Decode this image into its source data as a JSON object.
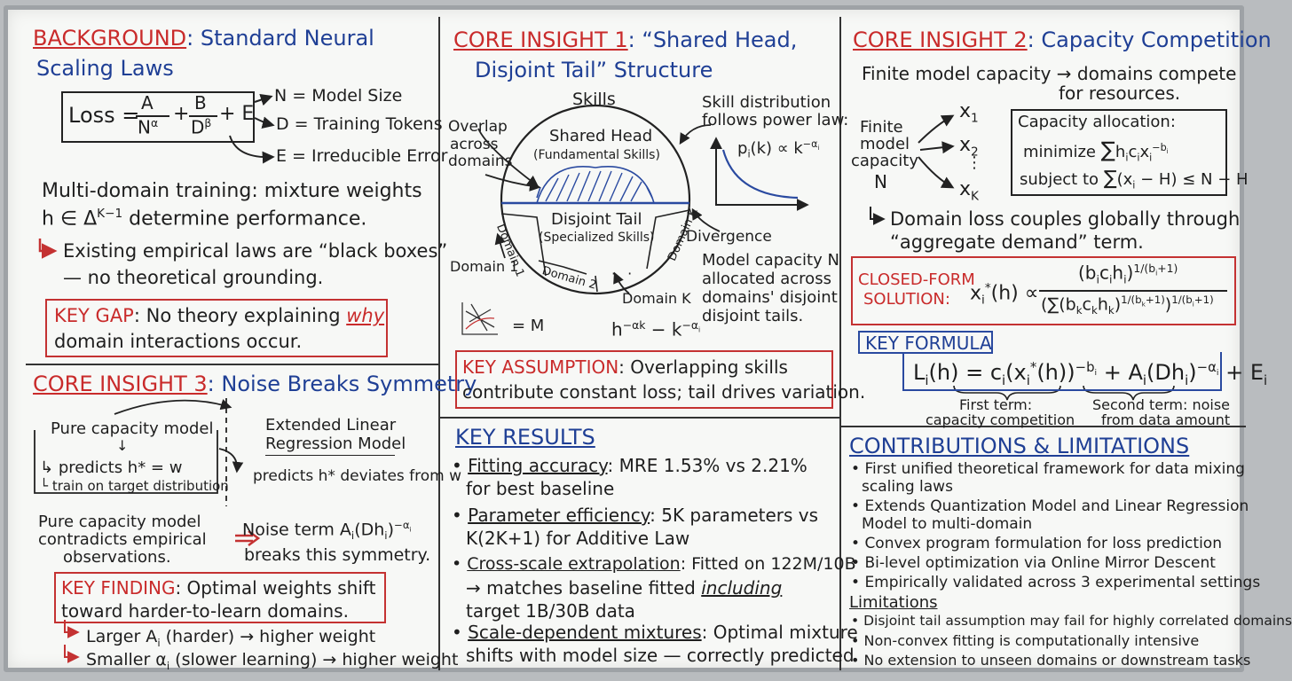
{
  "bg": {
    "title_a": "BACKGROUND",
    "title_b": ": Standard Neural",
    "title_c": "Scaling Laws",
    "eq_loss": "Loss =",
    "eq_a": "A",
    "eq_na": "N",
    "eq_alpha": "α",
    "eq_plus1": "+",
    "eq_b": "B",
    "eq_db": "D",
    "eq_beta": "β",
    "eq_plus2": "+ E",
    "legend_n": "N = Model Size",
    "legend_d": "D = Training Tokens",
    "legend_e": "E = Irreducible Error",
    "multi1": "Multi-domain training: mixture weights",
    "multi2a": "h ∈ Δ",
    "multi2sup": "K−1",
    "multi2b": " determine performance.",
    "empir1": "Existing empirical laws are “black boxes”",
    "empir2": "— no theoretical grounding.",
    "gap_label": "KEY GAP",
    "gap_a": ": No theory explaining ",
    "gap_why": "why",
    "gap_b": "domain interactions occur."
  },
  "ci3": {
    "title_a": "CORE INSIGHT 3",
    "title_b": ": Noise Breaks Symmetry",
    "pure": "Pure capacity model",
    "down": "↓",
    "pred_a": "predicts h* = w",
    "train": "train on target distribution",
    "ext1": "Extended Linear",
    "ext2": "Regression Model",
    "ext_pred": "predicts h* deviates from w",
    "contra1": "Pure capacity model",
    "contra2": "contradicts empirical",
    "contra3": "observations.",
    "arrow": "⇒",
    "noise1a": "Noise term A",
    "noise1b": "(Dh",
    "noise1c": ")",
    "noise2": "breaks this symmetry.",
    "find_label": "KEY FINDING",
    "find_a": ": Optimal weights shift",
    "find_b": "toward harder-to-learn domains.",
    "larger": "Larger A",
    "larger_b": " (harder) → higher weight",
    "smaller": "Smaller α",
    "smaller_b": " (slower learning) → higher weight"
  },
  "ci1": {
    "title_a": "CORE INSIGHT 1",
    "title_b": ": “Shared Head,",
    "title_c": "Disjoint Tail” Structure",
    "skills": "Skills",
    "overlap1": "Overlap",
    "overlap2": "across",
    "overlap3": "domains",
    "head1": "Shared Head",
    "head2": "(Fundamental Skills)",
    "tail1": "Disjoint Tail",
    "tail2": "(Specialized Skills)",
    "dom1": "Domain 1",
    "dom2": "Domain 2",
    "domk": "Domain K",
    "dots": "· ·",
    "dom1_out": "Domain 1",
    "domk_out": "Domain K",
    "div": "Divergence",
    "skilldist1": "Skill distribution",
    "skilldist2": "follows power law:",
    "powerlaw": "p",
    "powerlaw_b": "(k) ∝ k",
    "cap1": "Model capacity N",
    "cap2": "allocated across",
    "cap3": "domains' disjoint",
    "cap4": "disjoint tails.",
    "scribble": "= M",
    "scribble2": "h",
    "scribble3": " − k",
    "assume_label": "KEY ASSUMPTION",
    "assume_a": ": Overlapping skills",
    "assume_b": "contribute constant loss; tail drives variation."
  },
  "results": {
    "title": "KEY RESULTS",
    "items": [
      {
        "head": "Fitting accuracy",
        "a": ": MRE 1.53% vs 2.21%",
        "b": "for best baseline"
      },
      {
        "head": "Parameter efficiency",
        "a": ": 5K parameters vs",
        "b": "K(2K+1) for Additive Law"
      },
      {
        "head": "Cross-scale extrapolation",
        "a": ": Fitted on 122M/10B",
        "b1": "→ matches baseline fitted ",
        "b2": "including",
        "c": "target 1B/30B data"
      },
      {
        "head": "Scale-dependent mixtures",
        "a": ": Optimal mixture",
        "b": "shifts with model size — correctly predicted"
      }
    ]
  },
  "ci2": {
    "title_a": "CORE INSIGHT 2",
    "title_b": ": Capacity Competition",
    "fin1": "Finite model capacity → domains compete",
    "fin2": "for resources.",
    "finite1": "Finite",
    "finite2": "model",
    "finite3": "capacity",
    "finite4": "N",
    "x1": "x",
    "x2": "x",
    "xk": "x",
    "vdots": "⋮",
    "alloc": "Capacity allocation:",
    "minimize": "minimize",
    "subject": "subject to",
    "couple1": "Domain loss couples globally through",
    "couple2": "“aggregate demand” term.",
    "closed1": "CLOSED-FORM",
    "closed2": "SOLUTION:",
    "key_formula": "KEY FORMULA",
    "first1": "First term:",
    "first2": "capacity competition",
    "second1": "Second term: noise",
    "second2": "from data amount"
  },
  "contrib": {
    "title": "CONTRIBUTIONS & LIMITATIONS",
    "items": [
      "First unified theoretical framework for data mixing",
      "scaling laws",
      "Extends Quantization Model and Linear Regression",
      "Model to multi-domain",
      "Convex program formulation for loss prediction",
      "Bi-level optimization via Online Mirror Descent",
      "Empirically validated across 3 experimental settings"
    ],
    "lim_title": "Limitations",
    "lims": [
      "Disjoint tail assumption may fail for highly correlated domains",
      "Non-convex fitting is computationally intensive",
      "No extension to unseen domains or downstream tasks"
    ]
  }
}
